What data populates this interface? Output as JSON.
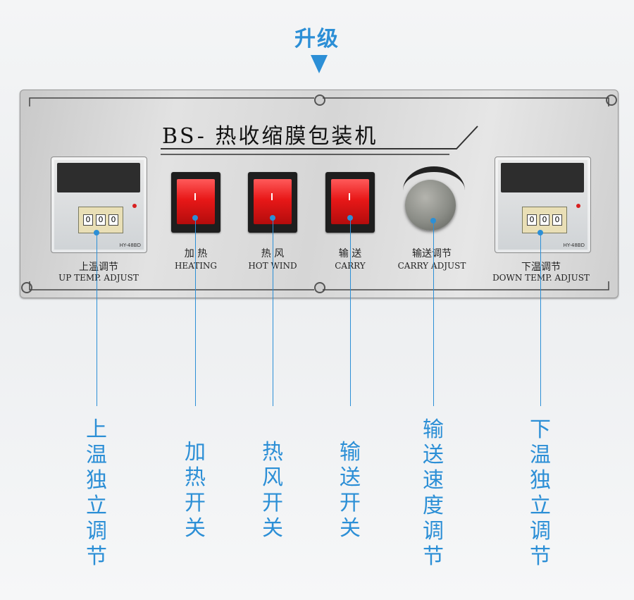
{
  "header": {
    "upgrade_label": "升级"
  },
  "panel": {
    "title": "BS- 热收缩膜包装机",
    "controls": [
      {
        "cn": "上温调节",
        "en": "UP TEMP. ADJUST"
      },
      {
        "cn": "加 热",
        "en": "HEATING"
      },
      {
        "cn": "热 风",
        "en": "HOT WIND"
      },
      {
        "cn": "输 送",
        "en": "CARRY"
      },
      {
        "cn": "输送调节",
        "en": "CARRY ADJUST"
      },
      {
        "cn": "下温调节",
        "en": "DOWN TEMP. ADJUST"
      }
    ],
    "meter_digits": [
      "0",
      "0",
      "0"
    ],
    "meter_model": "HY-48BD"
  },
  "callouts": [
    {
      "text": "上温独立调节"
    },
    {
      "text": "加热开关"
    },
    {
      "text": "热风开关"
    },
    {
      "text": "输送开关"
    },
    {
      "text": "输送速度调节"
    },
    {
      "text": "下温独立调节"
    }
  ],
  "colors": {
    "accent": "#2c8fd6",
    "switch_red": "#e81818"
  }
}
